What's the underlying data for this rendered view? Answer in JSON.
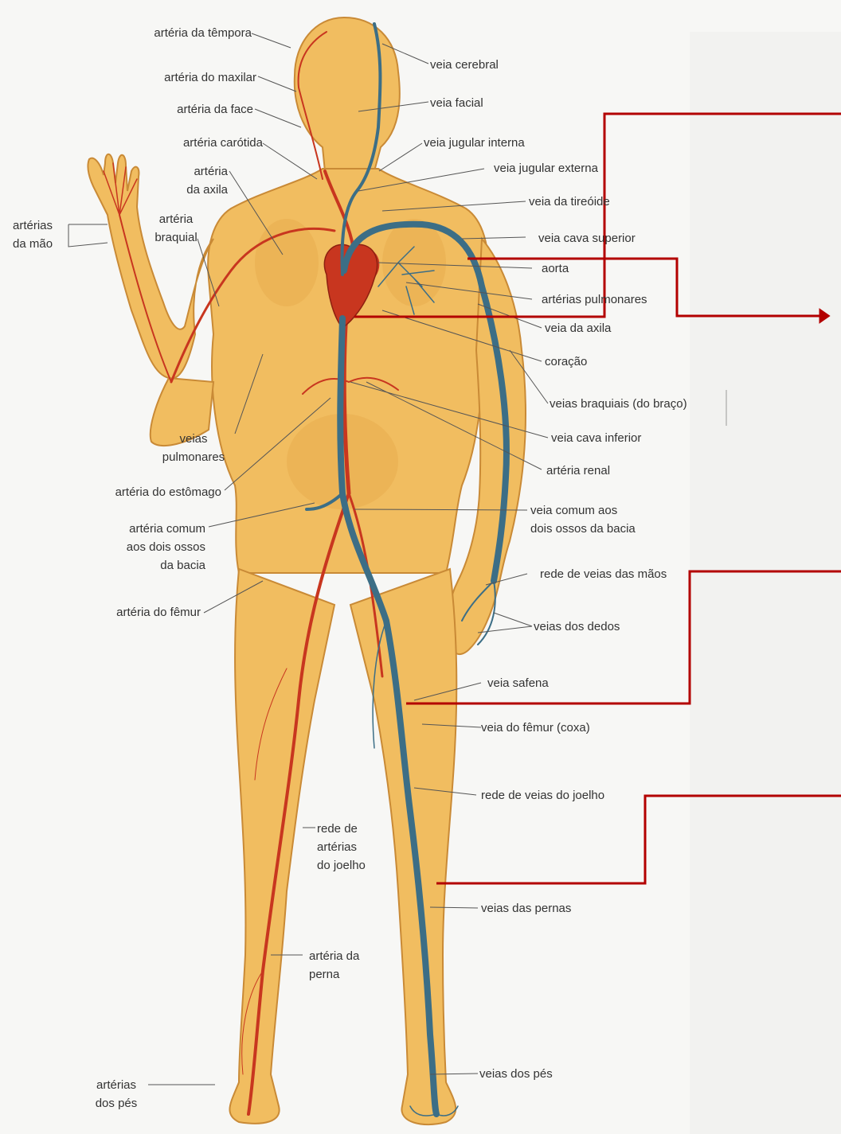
{
  "colors": {
    "skin": "#f1bd60",
    "skin_shade": "#e3a446",
    "artery": "#c8361f",
    "vein": "#3c6e86",
    "leader": "#555555",
    "callout": "#b30000",
    "background": "#f7f7f5"
  },
  "labels_left": {
    "arteria_tempora": "artéria da têmpora",
    "arteria_maxilar": "artéria do maxilar",
    "arteria_face": "artéria da face",
    "arteria_carotida": "artéria carótida",
    "arteria_axila": "artéria\nda axila",
    "arterias_mao": "artérias\nda mão",
    "arteria_braquial": "artéria\nbraquial",
    "veias_pulmonares": "veias\npulmonares",
    "arteria_estomago": "artéria do estômago",
    "arteria_comum_bacia": "artéria comum\naos dois ossos\nda bacia",
    "arteria_femur": "artéria do fêmur",
    "rede_arterias_joelho": "rede de\nartérias\ndo joelho",
    "arteria_perna": "artéria da\nperna",
    "arterias_pes": "artérias\ndos pés"
  },
  "labels_right": {
    "veia_cerebral": "veia cerebral",
    "veia_facial": "veia facial",
    "veia_jugular_interna": "veia jugular interna",
    "veia_jugular_externa": "veia jugular externa",
    "veia_tireoide": "veia da tireóide",
    "veia_cava_superior": "veia cava superior",
    "aorta": "aorta",
    "arterias_pulmonares": "artérias pulmonares",
    "veia_axila": "veia da axila",
    "coracao": "coração",
    "veias_braquiais": "veias braquiais (do braço)",
    "veia_cava_inferior": "veia cava inferior",
    "arteria_renal": "artéria renal",
    "veia_comum_bacia": "veia comum aos\ndois ossos da bacia",
    "rede_veias_maos": "rede de veias das mãos",
    "veias_dedos": "veias dos dedos",
    "veia_safena": "veia safena",
    "veia_femur": "veia do fêmur (coxa)",
    "rede_veias_joelho": "rede de veias do joelho",
    "veias_pernas": "veias das pernas",
    "veias_pes": "veias dos pés"
  }
}
